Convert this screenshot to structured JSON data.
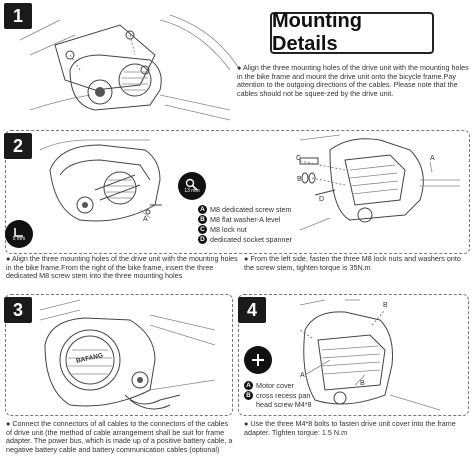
{
  "header": {
    "title": "Mounting Details"
  },
  "steps": [
    {
      "number": "1",
      "text": "● Align the three mounting holes of the drive unit with the mounting holes in the bike frame and mount the drive unit onto the bicycle frame.Pay attention to the outgoing directions of the cables. Please note that the cables should not be squee-zed by the drive unit."
    },
    {
      "number": "2",
      "tools": [
        {
          "label": "13 mm"
        },
        {
          "label": "5 mm"
        }
      ],
      "legend": [
        {
          "key": "A",
          "text": "M8 dedicated screw stem"
        },
        {
          "key": "B",
          "text": "M8 flat washer-A level"
        },
        {
          "key": "C",
          "text": "M8 lock nut"
        },
        {
          "key": "D",
          "text": "dedicated socket spanner"
        }
      ],
      "callouts": [
        "A",
        "B",
        "C",
        "D"
      ],
      "text_left": "● Align the three mounting holes of the drive unit with the mounting holes in the bike frame.From the right of the bike frame, insert the three dedicated M8 screw stem into the three mounting holes",
      "text_right": "● From the left side, fasten the three M8 lock nuts and washers onto the screw stem, tighten torque is 35N.m"
    },
    {
      "number": "3",
      "motor_brand": "BAFANG",
      "text": "● Connect the connectors of all cables to the connectors of the cables of drive unit (the method of cable arrangement shall be suit for frame adapter. The power bus, which is made up of a positive battery cable, a negative battery cable and battery communication cables (optional)"
    },
    {
      "number": "4",
      "legend": [
        {
          "key": "A",
          "text": "Motor cover"
        },
        {
          "key": "B",
          "text": "cross recess pan head screw M4*8"
        }
      ],
      "callouts": [
        "A",
        "B"
      ],
      "text": "● Use the three M4*8 bolts to fasten drive unit cover into the frame adapter. Tighten torque: 1.5 N.m"
    }
  ],
  "colors": {
    "badge": "#1a1a1a",
    "border": "#777777",
    "text": "#333333"
  }
}
